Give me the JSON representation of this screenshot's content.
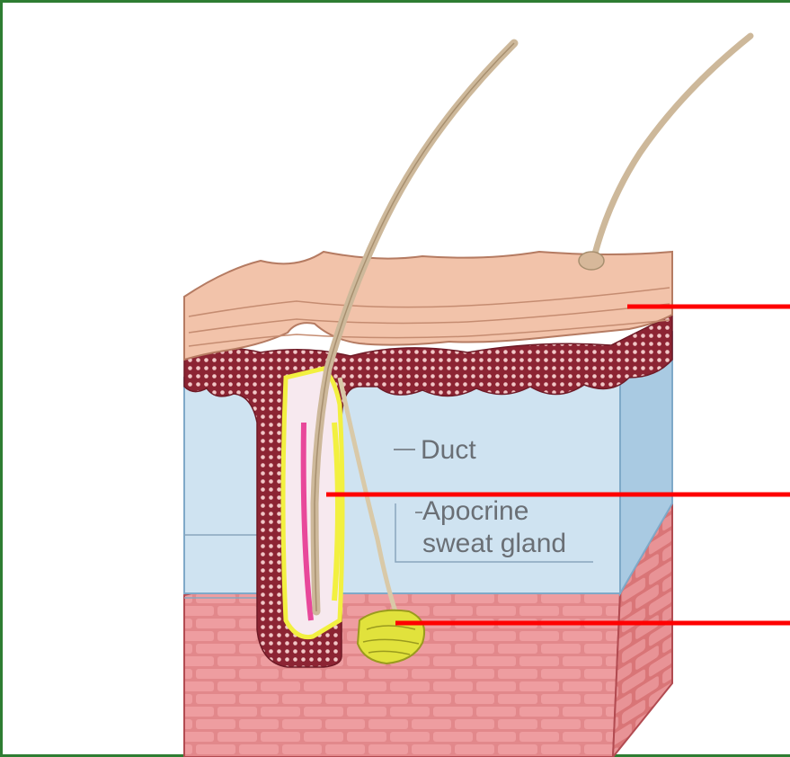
{
  "labels": {
    "duct": "Duct",
    "gland_line1": "Apocrine",
    "gland_line2": "sweat gland"
  },
  "colors": {
    "border": "#2e7d32",
    "pointer": "#ff0000",
    "epidermis_top": "#f2c3aa",
    "epidermis_dots": "#9a2a3a",
    "dermis": "#cfe3f1",
    "hypodermis": "#e48e8e",
    "hair": "#cdb89a",
    "follicle_sheath": "#f2f040",
    "gland": "#e1e23c"
  },
  "icons": [
    "pointer-line-epidermis",
    "pointer-line-follicle",
    "pointer-line-gland"
  ]
}
